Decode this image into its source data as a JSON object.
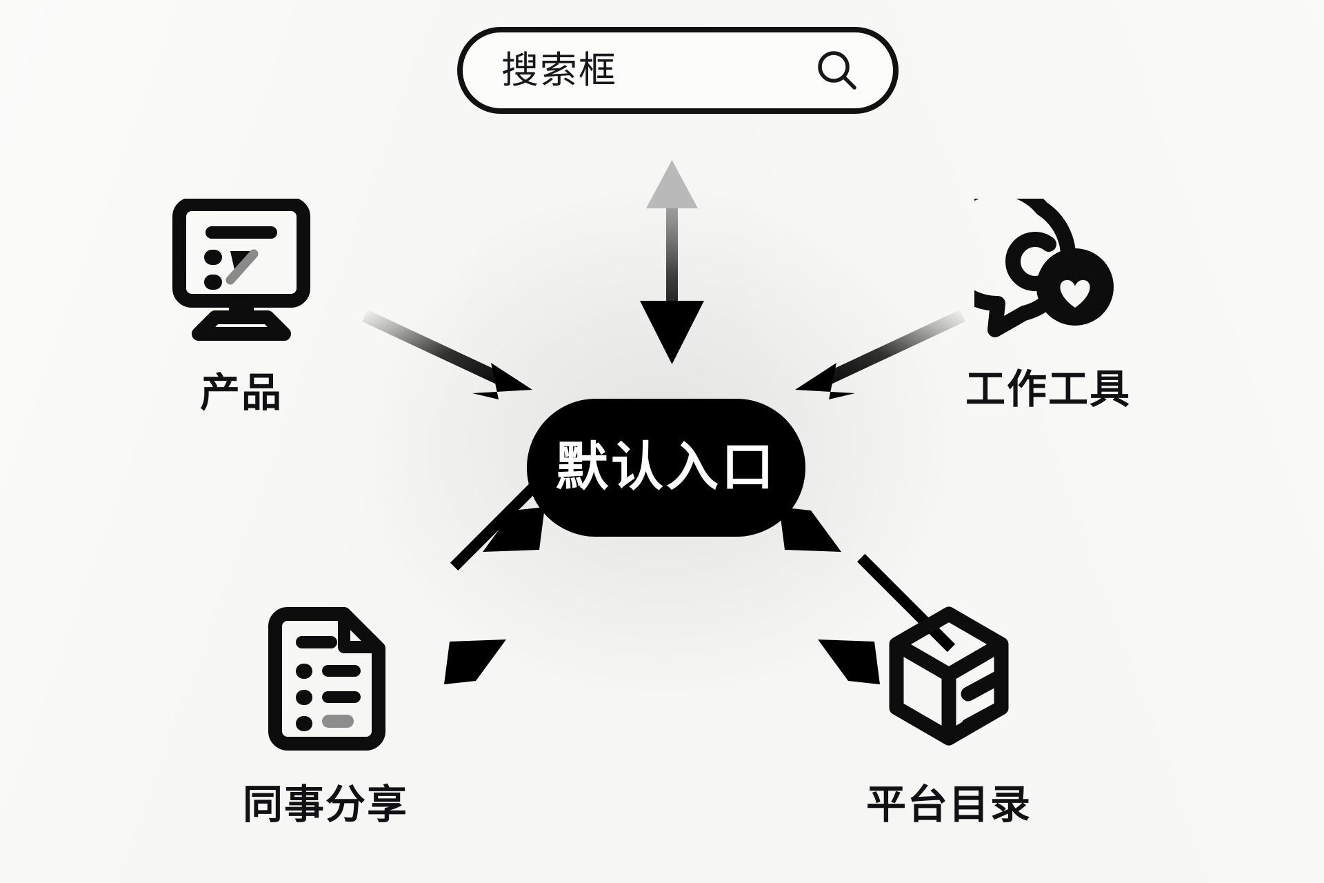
{
  "background": {
    "color": "#f6f6f4",
    "accent": "#000000"
  },
  "search": {
    "name": "search-box",
    "value": "搜索框",
    "placeholder": "搜索框",
    "icon": "search-icon",
    "border_color": "#111111",
    "fill_color": "#fcfcfb"
  },
  "center": {
    "name": "default-entry-node",
    "label": "默认入口",
    "fill_color": "#000000",
    "text_color": "#ffffff"
  },
  "nodes": [
    {
      "id": "product",
      "label": "产品",
      "icon": "monitor-icon",
      "position": "top-left"
    },
    {
      "id": "worktools",
      "label": "工作工具",
      "icon": "chat-bubble-heart-icon",
      "position": "top-right"
    },
    {
      "id": "colleague",
      "label": "同事分享",
      "icon": "document-list-icon",
      "position": "bottom-left"
    },
    {
      "id": "catalog",
      "label": "平台目录",
      "icon": "cube-box-icon",
      "position": "bottom-right"
    }
  ],
  "connectors": [
    {
      "id": "search-to-center",
      "from": "搜索框",
      "to": "默认入口",
      "direction": "bidirectional",
      "style": "gradient-vertical",
      "color": "#000000"
    },
    {
      "id": "product-to-center",
      "from": "产品",
      "to": "默认入口",
      "direction": "one-way",
      "style": "fading-tail",
      "color": "#000000"
    },
    {
      "id": "worktools-to-center",
      "from": "工作工具",
      "to": "默认入口",
      "direction": "one-way",
      "style": "fading-tail",
      "color": "#000000"
    },
    {
      "id": "center-to-colleague",
      "from": "默认入口",
      "to": "同事分享",
      "direction": "bidirectional",
      "style": "solid",
      "color": "#000000"
    },
    {
      "id": "center-to-catalog",
      "from": "默认入口",
      "to": "平台目录",
      "direction": "bidirectional",
      "style": "solid",
      "color": "#000000"
    }
  ]
}
